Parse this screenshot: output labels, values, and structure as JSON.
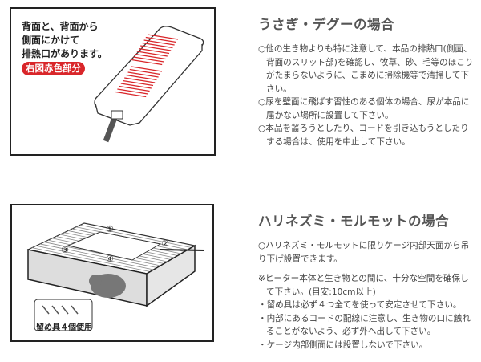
{
  "panel1": {
    "callout_lines": [
      "背面と、背面から",
      "側面にかけて",
      "排熱口があります。"
    ],
    "badge": "右図赤色部分"
  },
  "panel2": {
    "markers": [
      "①",
      "②",
      "③",
      "④"
    ],
    "clip_label": "留め具４個使用"
  },
  "section1": {
    "title": "うさぎ・デグーの場合",
    "items": [
      "○他の生き物よりも特に注意して、本品の排熱口(側面、背面のスリット部)を確認し、牧草、砂、毛等のほこりがたまらないように、こまめに掃除機等で清掃して下さい。",
      "○尿を壁面に飛ばす習性のある個体の場合、尿が本品に届かない場所に設置して下さい。",
      "○本品を齧ろうとしたり、コードを引き込もうとしたりする場合は、使用を中止して下さい。"
    ]
  },
  "section2": {
    "title": "ハリネズミ・モルモットの場合",
    "intro": "○ハリネズミ・モルモットに限りケージ内部天面から吊り下げ設置できます。",
    "items": [
      "※ヒーター本体と生き物との間に、十分な空間を確保して下さい。(目安:10cm以上)",
      "・留め具は必ず４つ全てを使って安定させて下さい。",
      "・内部にあるコードの配線に注意し、生き物の口に触れることがないよう、必ず外へ出して下さい。",
      "・ケージ内部側面には設置しないで下さい。"
    ]
  },
  "colors": {
    "accent": "#d9262a"
  }
}
